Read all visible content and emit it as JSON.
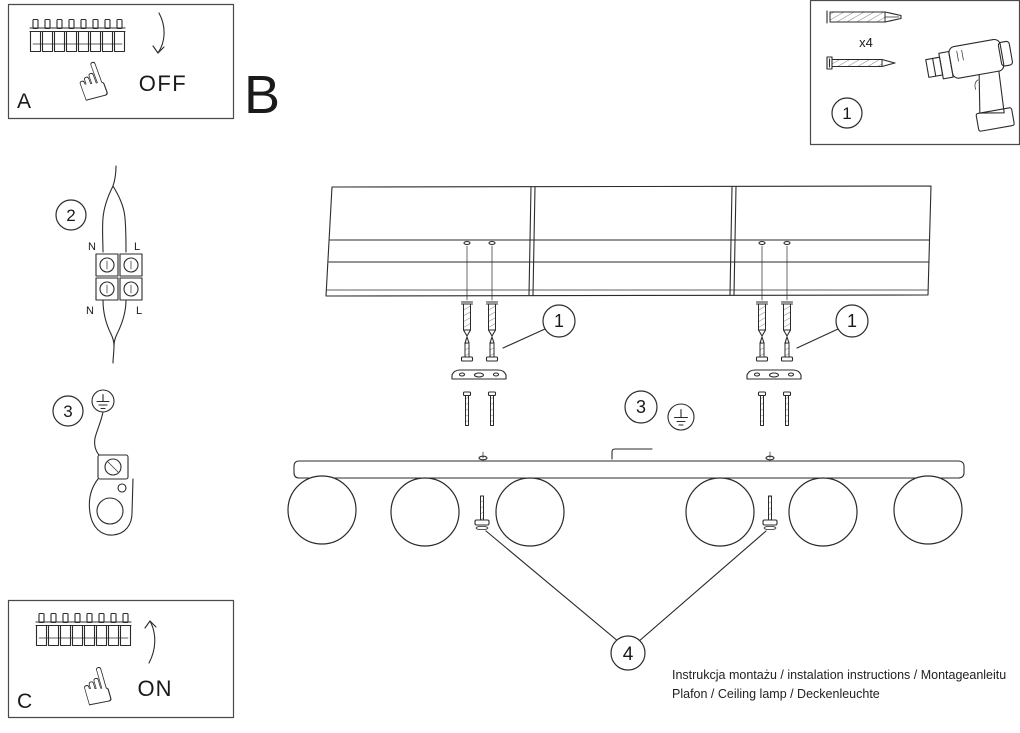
{
  "colors": {
    "line": "#2b2b2b",
    "text": "#1a1a1a",
    "background": "#ffffff"
  },
  "boxes": {
    "a": {
      "label": "A",
      "state": "OFF"
    },
    "c": {
      "label": "C",
      "state": "ON"
    },
    "kit": {
      "step": "1",
      "quantity": "x4"
    }
  },
  "section": {
    "label": "B"
  },
  "callouts": {
    "one": "1",
    "two": "2",
    "three": "3",
    "four": "4"
  },
  "wiring": {
    "top_n": "N",
    "top_l": "L",
    "bottom_n": "N",
    "bottom_l": "L"
  },
  "icons": {
    "hand": "☝"
  },
  "footer": {
    "line1": "Instrukcja montażu / instalation instructions / Montageanleitu",
    "line2": "Plafon / Ceiling lamp / Deckenleuchte"
  }
}
